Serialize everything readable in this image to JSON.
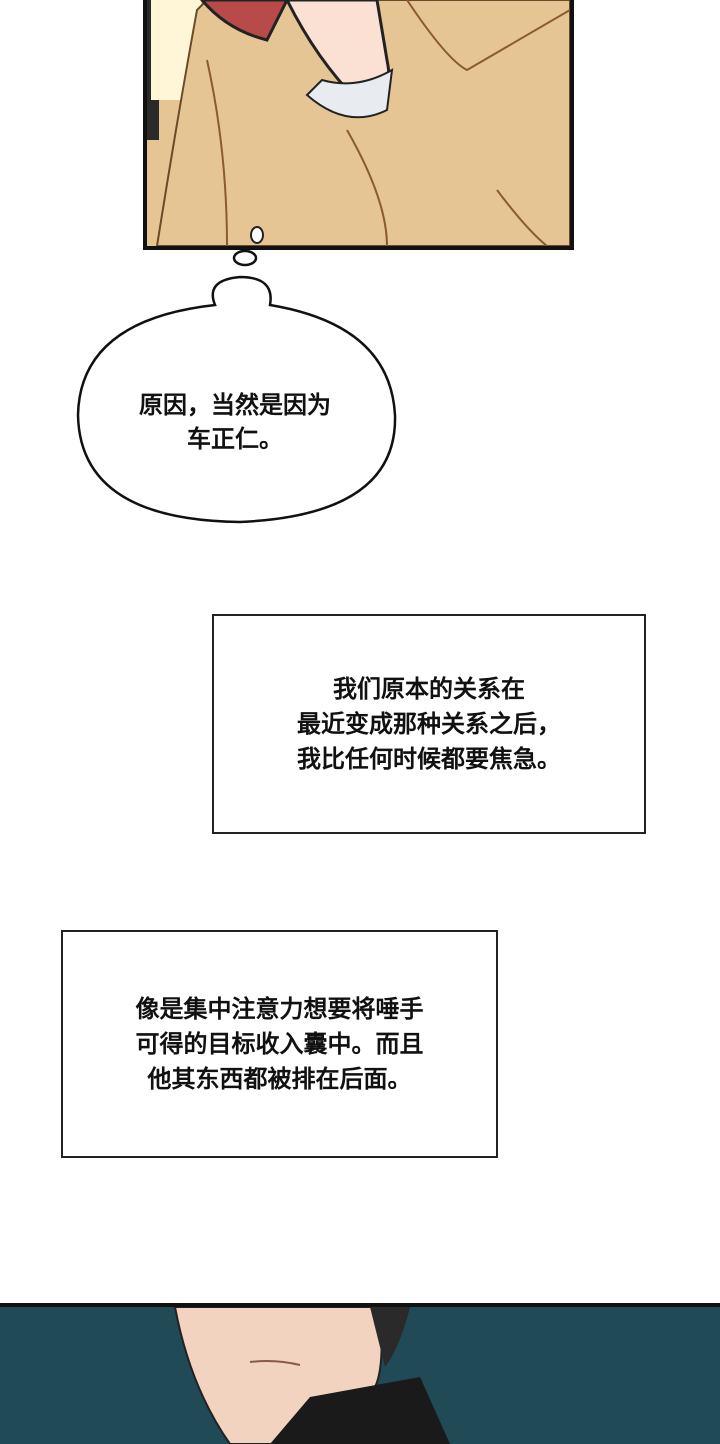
{
  "thought_bubble": {
    "lines": [
      "原因，当然是因为",
      "车正仁。"
    ]
  },
  "narration_box_1": {
    "lines": [
      "我们原本的关系在",
      "最近变成那种关系之后，",
      "我比任何时候都要焦急。"
    ]
  },
  "narration_box_2": {
    "lines": [
      "像是集中注意力想要将唾手",
      "可得的目标收入囊中。而且",
      "他其东西都被排在后面。"
    ]
  },
  "colors": {
    "top_panel": "#e6c595",
    "bottom_panel": "#1f4a56"
  }
}
